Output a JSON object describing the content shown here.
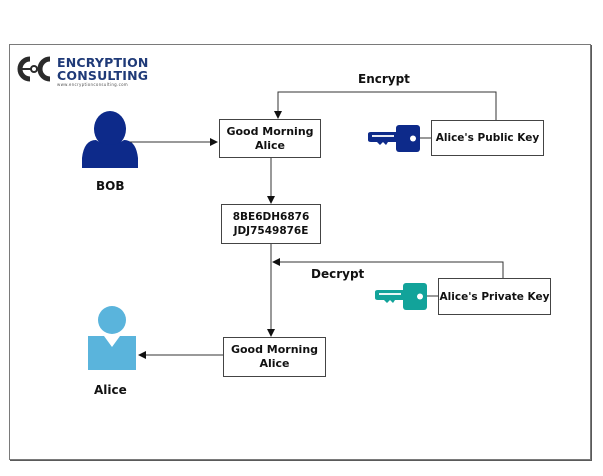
{
  "logo": {
    "line1": "ENCRYPTION",
    "line2": "CONSULTING",
    "url": "www.encryptionconsulting.com",
    "brand_color": "#1f3a78",
    "mark_color": "#2b2b2b"
  },
  "actors": {
    "sender": {
      "name": "BOB",
      "icon": "user-icon",
      "color": "#0d2a8a"
    },
    "receiver": {
      "name": "Alice",
      "icon": "user-icon",
      "color": "#5ab4dc"
    }
  },
  "boxes": {
    "plaintext_in": {
      "line1": "Good Morning",
      "line2": "Alice"
    },
    "ciphertext": {
      "line1": "8BE6DH6876",
      "line2": "JDJ7549876E"
    },
    "plaintext_out": {
      "line1": "Good Morning",
      "line2": "Alice"
    },
    "public_key": "Alice's Public Key",
    "private_key": "Alice's Private Key"
  },
  "steps": {
    "encrypt": "Encrypt",
    "decrypt": "Decrypt"
  },
  "keys": {
    "public_key_icon": {
      "icon": "key-icon",
      "color": "#0d2a8a"
    },
    "private_key_icon": {
      "icon": "key-icon",
      "color": "#12a39a"
    }
  }
}
